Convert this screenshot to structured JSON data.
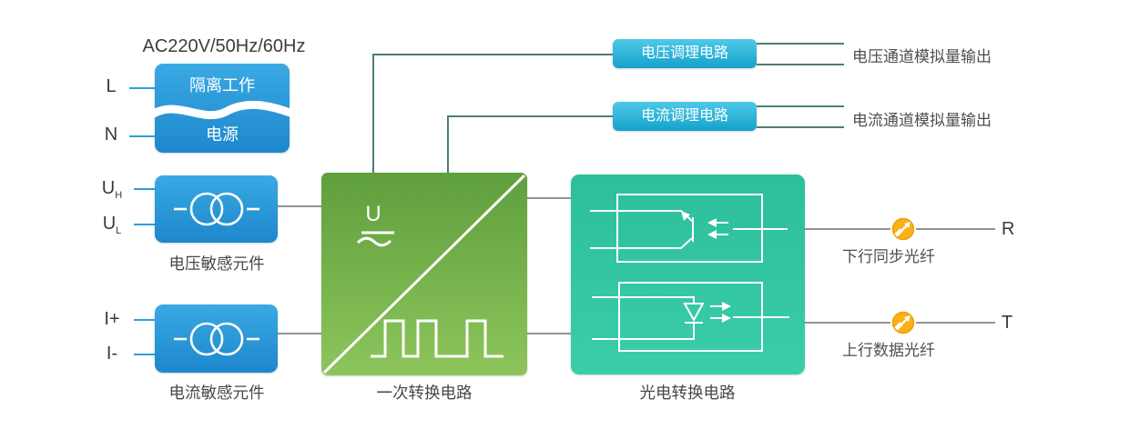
{
  "title": "AC220V/50Hz/60Hz",
  "inputs": {
    "l": "L",
    "n": "N",
    "u_high_main": "U",
    "u_high_sub": "H",
    "u_low_main": "U",
    "u_low_sub": "L",
    "i_plus": "I+",
    "i_minus": "I-"
  },
  "blocks": {
    "power": {
      "line1": "隔离工作",
      "line2": "电源"
    },
    "voltage_sensor": {
      "label": "电压敏感元件"
    },
    "current_sensor": {
      "label": "电流敏感元件"
    },
    "primary_conversion": {
      "label": "一次转换电路",
      "analog_symbol": "U"
    },
    "photoelectric": {
      "label": "光电转换电路"
    },
    "voltage_conditioning": {
      "label": "电压调理电路"
    },
    "current_conditioning": {
      "label": "电流调理电路"
    }
  },
  "outputs": {
    "voltage_analog": {
      "label": "电压通道模拟量输出"
    },
    "current_analog": {
      "label": "电流通道模拟量输出"
    },
    "downlink_fiber": {
      "label": "下行同步光纤",
      "terminal": "R"
    },
    "uplink_fiber": {
      "label": "上行数据光纤",
      "terminal": "T"
    }
  },
  "colors": {
    "blue_box_top": "#3aa9e3",
    "blue_box_bottom": "#1d87cc",
    "cyan_box_top": "#4fc9e8",
    "cyan_box_bottom": "#14a2cb",
    "green_box_top": "#5f9f3c",
    "green_box_bottom": "#8dc55c",
    "teal_box_top": "#2dbf9b",
    "teal_box_bottom": "#3bcda9",
    "fiber_icon_fill": "#fbb016",
    "fiber_icon_ring": "#ef9f05",
    "connector_gray": "#949494",
    "connector_teal": "#4e7d78",
    "input_stub_blue": "#2f9fd9",
    "text": "#474747"
  }
}
